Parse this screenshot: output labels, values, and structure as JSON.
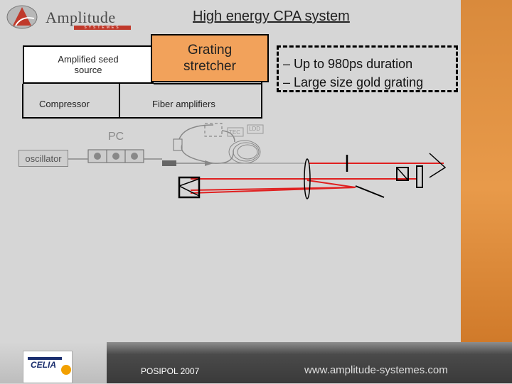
{
  "logo": {
    "brand": "Amplitude",
    "tagline": "SYSTEMES"
  },
  "slide": {
    "title": "High energy CPA system"
  },
  "boxes": {
    "seed": {
      "line1": "Amplified seed",
      "line2": "source"
    },
    "stretcher": {
      "line1": "Grating",
      "line2": "stretcher"
    }
  },
  "labels": {
    "compressor": "Compressor",
    "fiber_amplifiers": "Fiber amplifiers",
    "pc": "PC",
    "oscillator": "oscillator",
    "tec": "TEC",
    "ldd": "LDD"
  },
  "bullets": [
    "– Up to 980ps duration",
    "– Large size gold grating"
  ],
  "footer": {
    "conference": "POSIPOL 2007",
    "url": "www.amplitude-systemes.com",
    "partner_logo": "CELIA"
  },
  "colors": {
    "highlight_box": "#f2a25b",
    "laser_beam": "#e02020",
    "side_band": "#e89a4a"
  }
}
